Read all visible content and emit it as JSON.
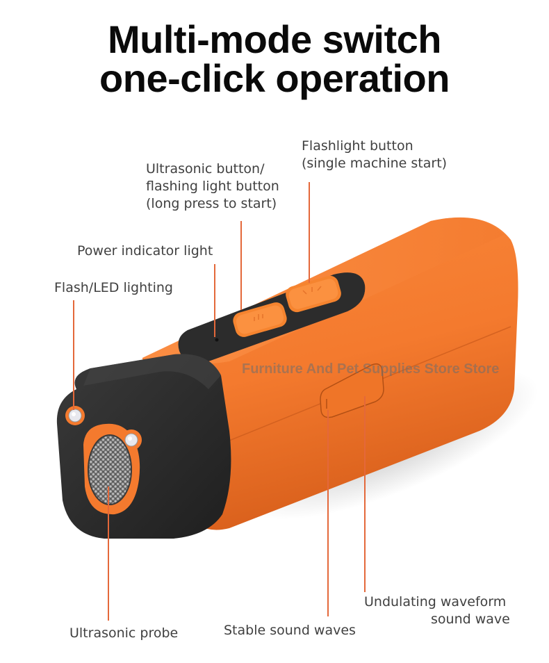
{
  "headline": {
    "line1": "Multi-mode switch",
    "line2": "one-click operation"
  },
  "callouts": {
    "flashlight_button": {
      "line1": "Flashlight button",
      "line2": "(single machine start)"
    },
    "ultrasonic_button": {
      "line1": "Ultrasonic button/",
      "line2": "flashing light button",
      "line3": "(long press to start)"
    },
    "power_indicator": "Power indicator light",
    "flash_led": "Flash/LED lighting",
    "ultrasonic_probe": "Ultrasonic probe",
    "stable_sound": "Stable sound waves",
    "undulating_wave": {
      "line1": "Undulating waveform",
      "line2": "sound wave"
    }
  },
  "watermark": "Furniture And Pet Supplies Store Store",
  "colors": {
    "device_orange": "#f47a2e",
    "device_black": "#2b2b2b",
    "leader_line": "#e4683a",
    "label_text": "#404040"
  }
}
